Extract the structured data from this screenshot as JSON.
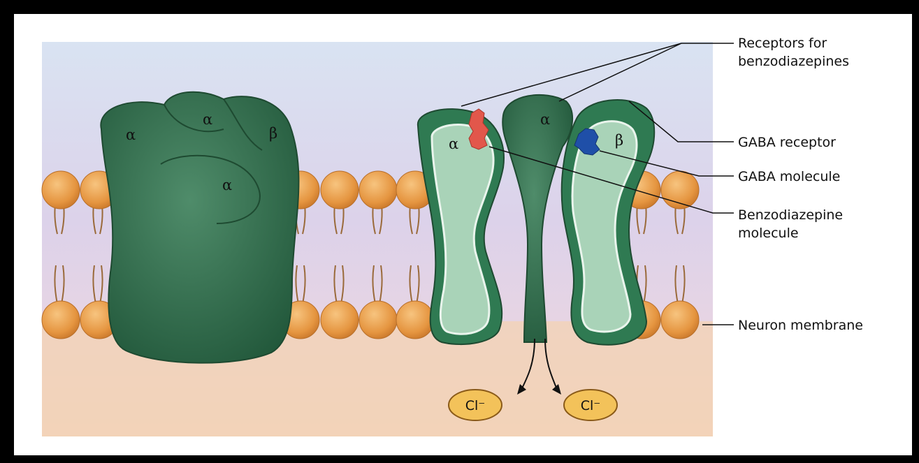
{
  "labels": {
    "receptors_line1": "Receptors for",
    "receptors_line2": "benzodiazepines",
    "gaba_receptor": "GABA receptor",
    "gaba_molecule": "GABA molecule",
    "benzo_line1": "Benzodiazepine",
    "benzo_line2": "molecule",
    "neuron_membrane": "Neuron membrane"
  },
  "left_receptor": {
    "sub1": "α",
    "sub2": "α",
    "sub3": "β",
    "sub4": "α"
  },
  "right_receptor": {
    "sub1": "α",
    "sub2": "α",
    "sub3": "β"
  },
  "ions": [
    "Cl⁻",
    "Cl⁻"
  ],
  "colors": {
    "receptor_dark": "#2e6e4c",
    "receptor_light": "#a9d3b8",
    "lipid_head": "#e69a45",
    "benzo_molecule": "#e2574b",
    "gaba_molecule": "#1f4fa8",
    "ion_fill": "#f3c25a"
  }
}
